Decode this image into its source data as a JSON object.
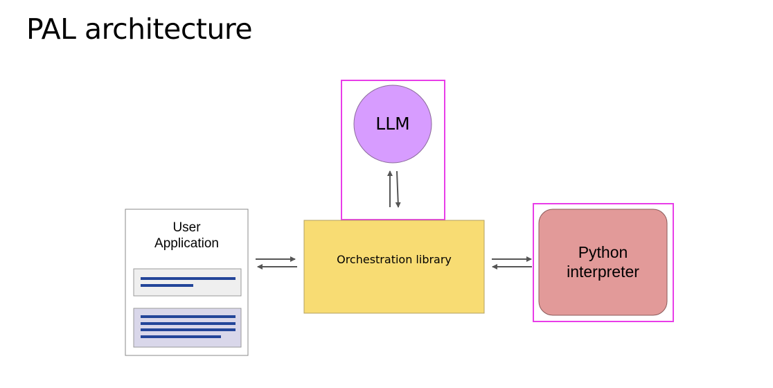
{
  "title": "PAL architecture",
  "nodes": {
    "llm": "LLM",
    "user_application_line1": "User",
    "user_application_line2": "Application",
    "orchestration": "Orchestration library",
    "python_line1": "Python",
    "python_line2": "interpreter"
  },
  "colors": {
    "highlight": "#e83de8",
    "llm_fill": "#d79cff",
    "orchestration_fill": "#f8dc73",
    "python_fill": "#e29a99",
    "doc_line": "#234599",
    "arrow": "#555555"
  }
}
